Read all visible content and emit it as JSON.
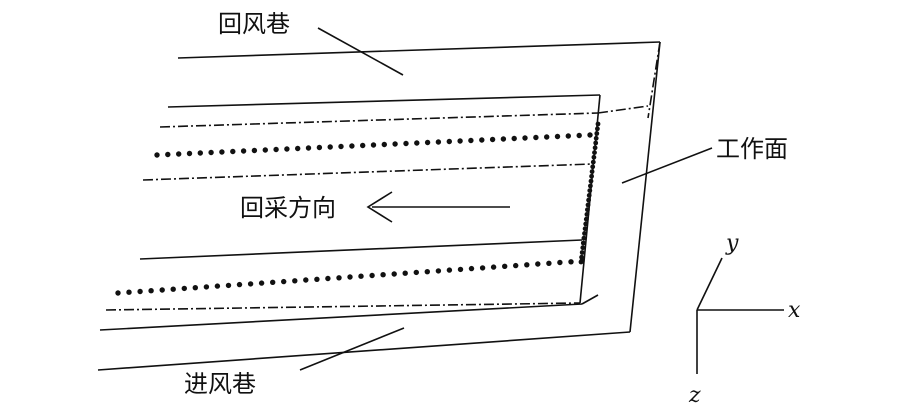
{
  "labels": {
    "return_airway": "回风巷",
    "working_face": "工作面",
    "retreat_direction": "回采方向",
    "intake_airway": "进风巷"
  },
  "axes": {
    "x": "x",
    "y": "y",
    "z": "z"
  },
  "colors": {
    "stroke": "#111111",
    "background": "#ffffff"
  }
}
